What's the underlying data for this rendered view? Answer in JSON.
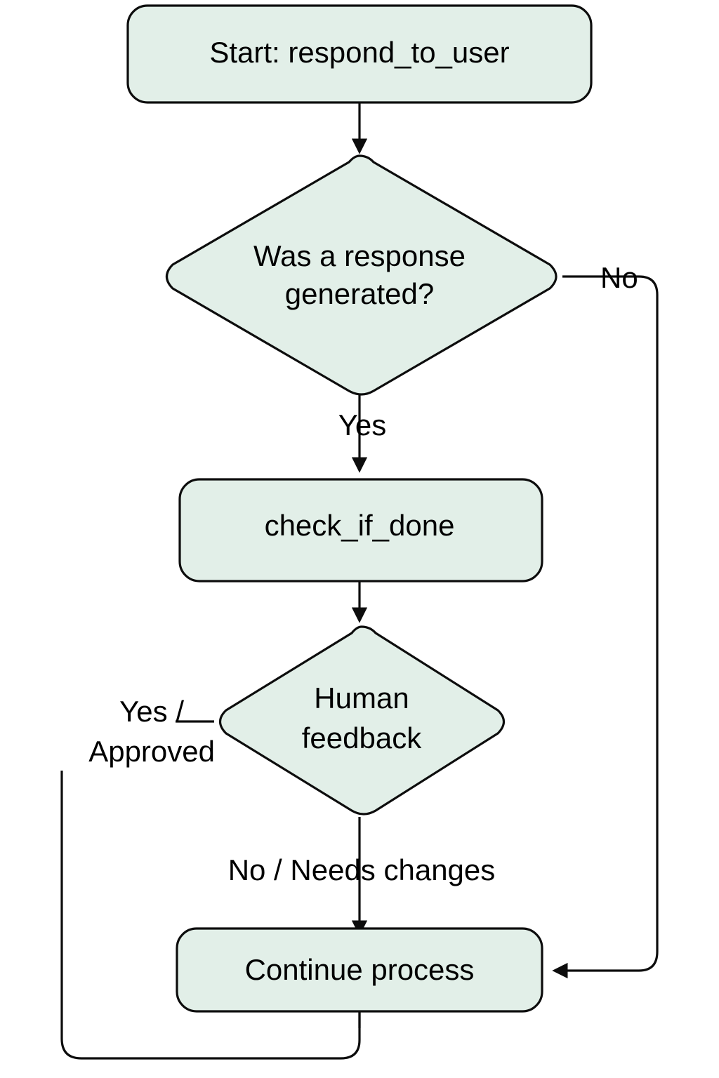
{
  "diagram": {
    "type": "flowchart",
    "title": "respond_to_user flow",
    "background_color": "#ffffff",
    "node_fill_color": "#e2efe8",
    "node_stroke_color": "#0d0d0d",
    "text_color": "#000000",
    "nodes": [
      {
        "id": "start",
        "shape": "rounded-rect",
        "label": "Start: respond_to_user",
        "lines": [
          "Start: respond_to_user"
        ]
      },
      {
        "id": "was_response_generated",
        "shape": "diamond",
        "label": "Was a response generated?",
        "lines": [
          "Was a response",
          "generated?"
        ]
      },
      {
        "id": "check_if_done",
        "shape": "rounded-rect",
        "label": "check_if_done",
        "lines": [
          "check_if_done"
        ]
      },
      {
        "id": "human_feedback",
        "shape": "diamond",
        "label": "Human feedback",
        "lines": [
          "Human",
          "feedback"
        ]
      },
      {
        "id": "continue_process",
        "shape": "rounded-rect",
        "label": "Continue process",
        "lines": [
          "Continue process"
        ]
      }
    ],
    "edges": [
      {
        "id": "e1",
        "from": "start",
        "to": "was_response_generated",
        "label": ""
      },
      {
        "id": "e2",
        "from": "was_response_generated",
        "to": "check_if_done",
        "label": "Yes"
      },
      {
        "id": "e3",
        "from": "was_response_generated",
        "to": "continue_process",
        "label": "No"
      },
      {
        "id": "e4",
        "from": "check_if_done",
        "to": "human_feedback",
        "label": ""
      },
      {
        "id": "e5",
        "from": "human_feedback",
        "to": "continue_process",
        "label": "No / Needs changes"
      },
      {
        "id": "e6",
        "from": "human_feedback",
        "to": "loop_back",
        "label": "Yes / Approved",
        "label_lines": [
          "Yes /",
          "Approved"
        ],
        "clipped": true
      },
      {
        "id": "e7",
        "from": "continue_process",
        "to": "loop_back",
        "label": ""
      }
    ],
    "labels": {
      "yes": "Yes",
      "no": "No",
      "no_needs_changes": "No / Needs changes",
      "yes_approved_line1": "Yes /",
      "yes_approved_line2": "Approved"
    }
  }
}
